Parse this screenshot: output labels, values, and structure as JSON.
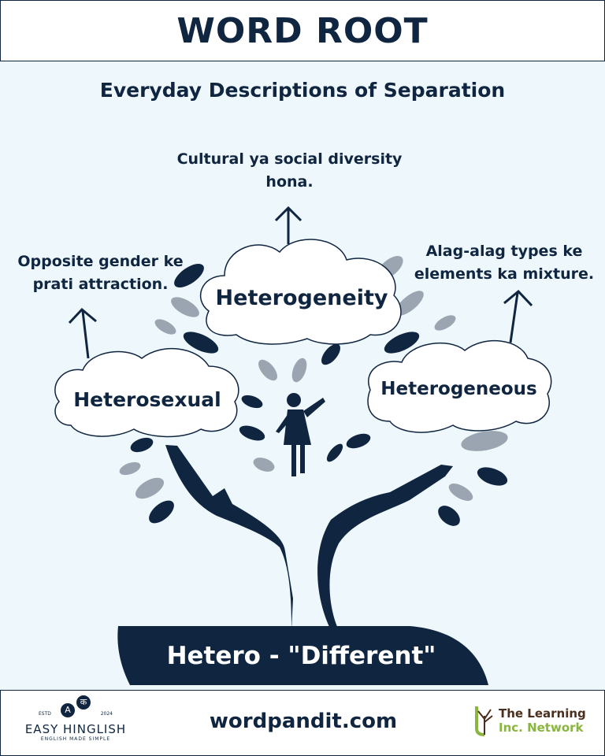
{
  "header": {
    "title": "WORD ROOT"
  },
  "subtitle": "Everyday Descriptions of Separation",
  "words": [
    {
      "word": "Heterogeneity",
      "meaning": "Cultural ya social diversity hona."
    },
    {
      "word": "Heterosexual",
      "meaning": "Opposite gender ke prati attraction."
    },
    {
      "word": "Heterogeneous",
      "meaning": "Alag-alag types ke elements ka mixture."
    }
  ],
  "root": "Hetero - \"Different\"",
  "footer": {
    "site": "wordpandit.com",
    "left_logo": {
      "name": "EASY HINGLISH",
      "tagline": "ENGLISH MADE SIMPLE",
      "estd": "ESTD",
      "year": "2024",
      "glyph_a": "A",
      "glyph_k": "क"
    },
    "right_logo": {
      "line1": "The Learning",
      "line2": "Inc. Network"
    }
  },
  "colors": {
    "navy": "#0f2540",
    "background": "#eef7fb",
    "leaf_grey": "#9aa5b1"
  }
}
